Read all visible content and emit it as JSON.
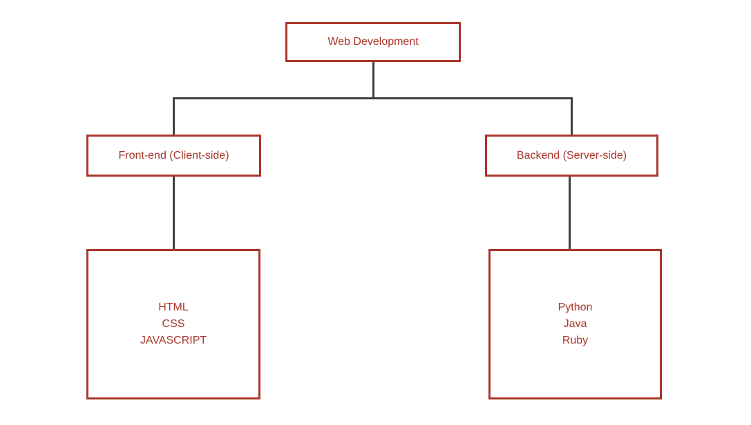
{
  "colors": {
    "box_border": "#a93529",
    "box_text": "#a93529",
    "connector": "#3f3f3f",
    "background": "#ffffff"
  },
  "diagram": {
    "root": {
      "label": "Web Development"
    },
    "frontend": {
      "label": "Front-end (Client-side)"
    },
    "backend": {
      "label": "Backend (Server-side)"
    },
    "frontend_tech": {
      "lines": [
        "HTML",
        "CSS",
        "JAVASCRIPT"
      ]
    },
    "backend_tech": {
      "lines": [
        "Python",
        "Java",
        "Ruby"
      ]
    }
  }
}
